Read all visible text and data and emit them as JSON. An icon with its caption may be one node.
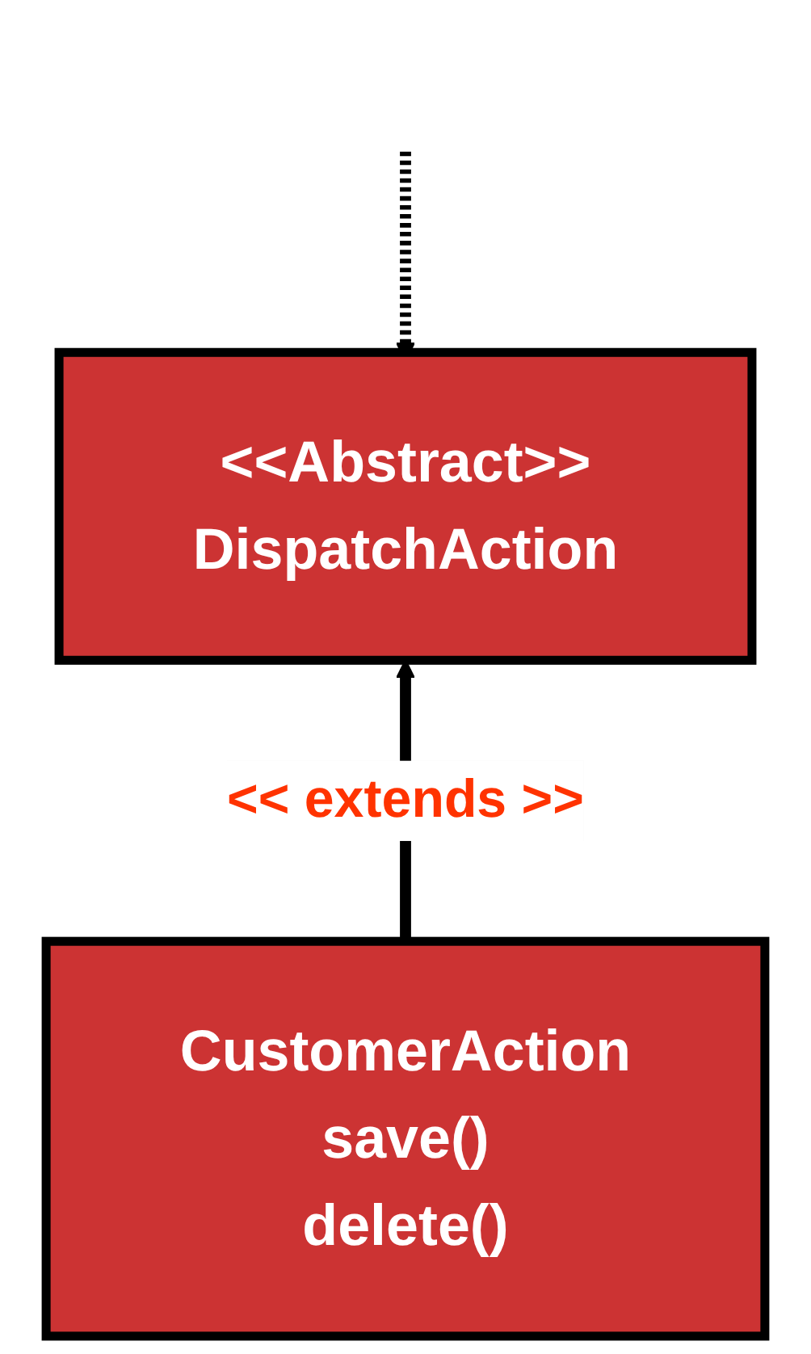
{
  "diagram": {
    "nodes": [
      {
        "text": [
          "<<Abstract>>",
          "DispatchAction"
        ]
      },
      {
        "text": [
          "CustomerAction",
          "save()",
          "delete()"
        ]
      }
    ],
    "edges": [
      {
        "from": null,
        "to": 0,
        "arrow": "to",
        "style": "dashed"
      },
      {
        "from": 1,
        "to": 0,
        "arrow": "to",
        "label": "<< extends >>"
      }
    ]
  }
}
